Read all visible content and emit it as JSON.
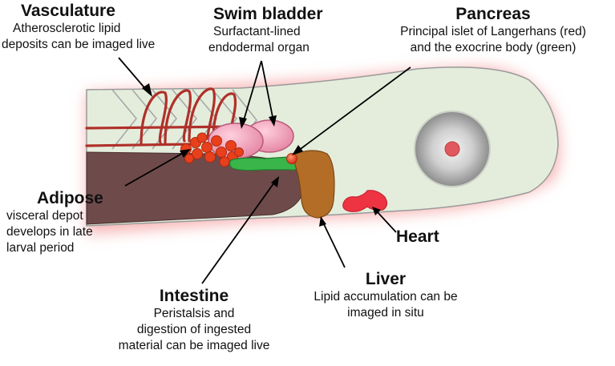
{
  "labels": {
    "vasculature": {
      "title": "Vasculature",
      "lines": [
        "Atherosclerotic lipid",
        "deposits can be imaged live"
      ]
    },
    "swim_bladder": {
      "title": "Swim bladder",
      "lines": [
        "Surfactant-lined",
        "endodermal organ"
      ]
    },
    "pancreas": {
      "title": "Pancreas",
      "lines": [
        "Principal islet of Langerhans (red)",
        "and the exocrine body (green)"
      ]
    },
    "adipose": {
      "title": "Adipose",
      "lines": [
        "visceral depot",
        "develops in late",
        "larval period"
      ]
    },
    "intestine": {
      "title": "Intestine",
      "lines": [
        "Peristalsis and",
        "digestion of ingested",
        "material can be imaged live"
      ]
    },
    "liver": {
      "title": "Liver",
      "lines": [
        "Lipid accumulation can be",
        "imaged in situ"
      ]
    },
    "heart": {
      "title": "Heart"
    }
  },
  "colors": {
    "body_fill": "#e4eddc",
    "body_glow": "#f7b3b3",
    "intestine": "#6e4a4a",
    "vessel": "#b0302a",
    "swim_bladder": "#f2a0bb",
    "adipose": "#e8401c",
    "pancreas_exocrine": "#39b54a",
    "islet": "#e8401c",
    "liver": "#b46d26",
    "heart": "#ee3342",
    "eye_outer": "#9a9a9a",
    "eye_inner": "#e0595e"
  }
}
